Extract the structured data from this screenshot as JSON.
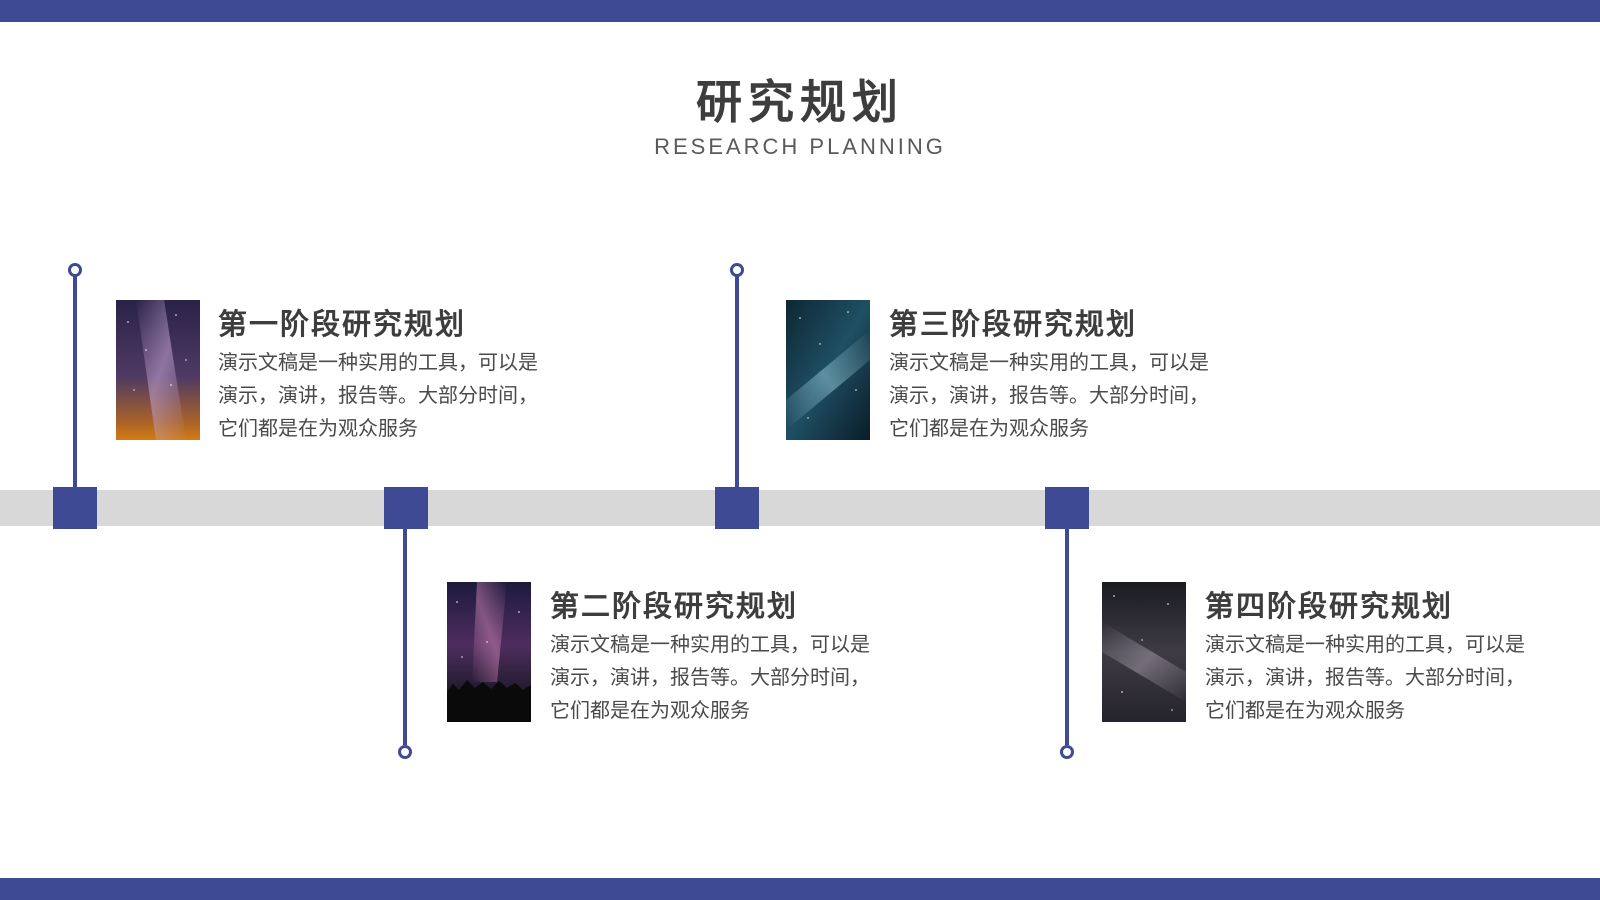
{
  "header": {
    "title": "研究规划",
    "subtitle": "RESEARCH PLANNING"
  },
  "colors": {
    "accent": "#3e4a93",
    "timeline": "#d8d8d8",
    "text": "#3d3d3d"
  },
  "stages": [
    {
      "title": "第一阶段研究规划",
      "text": "演示文稿是一种实用的工具，可以是演示，演讲，报告等。大部分时间，它们都是在为观众服务"
    },
    {
      "title": "第二阶段研究规划",
      "text": "演示文稿是一种实用的工具，可以是演示，演讲，报告等。大部分时间，它们都是在为观众服务"
    },
    {
      "title": "第三阶段研究规划",
      "text": "演示文稿是一种实用的工具，可以是演示，演讲，报告等。大部分时间，它们都是在为观众服务"
    },
    {
      "title": "第四阶段研究规划",
      "text": "演示文稿是一种实用的工具，可以是演示，演讲，报告等。大部分时间，它们都是在为观众服务"
    }
  ]
}
